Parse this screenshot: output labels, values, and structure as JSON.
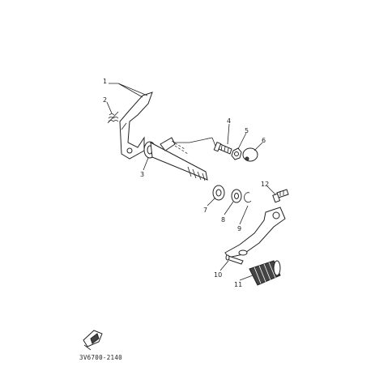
{
  "diagram": {
    "part_code": "3V6700-2140",
    "callouts": [
      {
        "id": "1",
        "label": "1"
      },
      {
        "id": "2",
        "label": "2"
      },
      {
        "id": "3",
        "label": "3"
      },
      {
        "id": "4",
        "label": "4"
      },
      {
        "id": "5",
        "label": "5"
      },
      {
        "id": "6",
        "label": "6"
      },
      {
        "id": "7",
        "label": "7"
      },
      {
        "id": "8",
        "label": "8"
      },
      {
        "id": "9",
        "label": "9"
      },
      {
        "id": "10",
        "label": "10"
      },
      {
        "id": "11",
        "label": "11"
      },
      {
        "id": "12",
        "label": "12"
      }
    ]
  }
}
